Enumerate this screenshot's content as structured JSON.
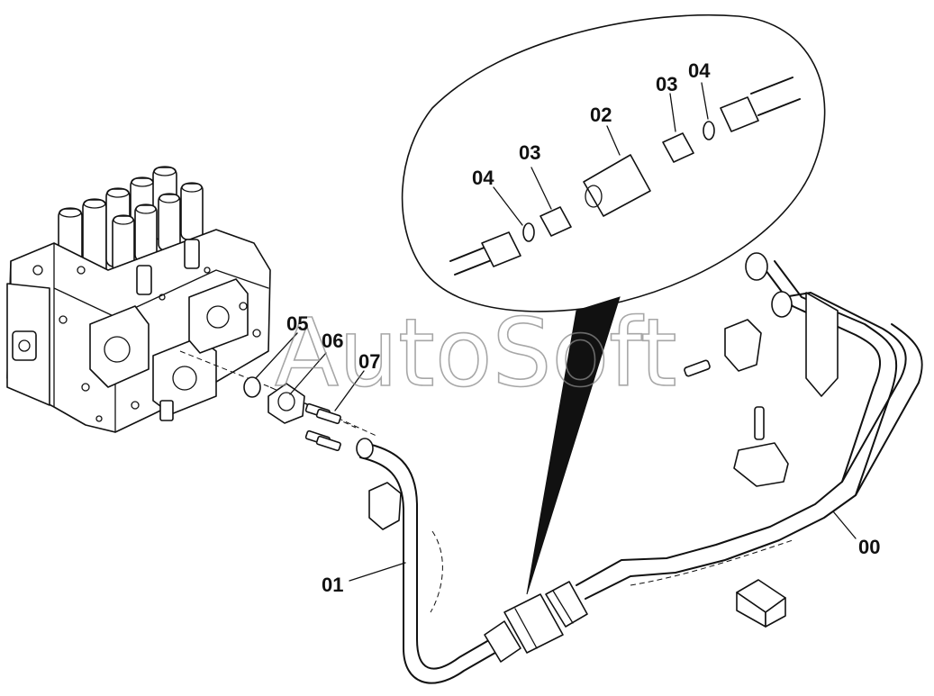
{
  "watermark": "AutoSoft",
  "callouts": {
    "c00": "00",
    "c01": "01",
    "c02": "02",
    "c03a": "03",
    "c03b": "03",
    "c04a": "04",
    "c04b": "04",
    "c05": "05",
    "c06": "06",
    "c07": "07"
  }
}
